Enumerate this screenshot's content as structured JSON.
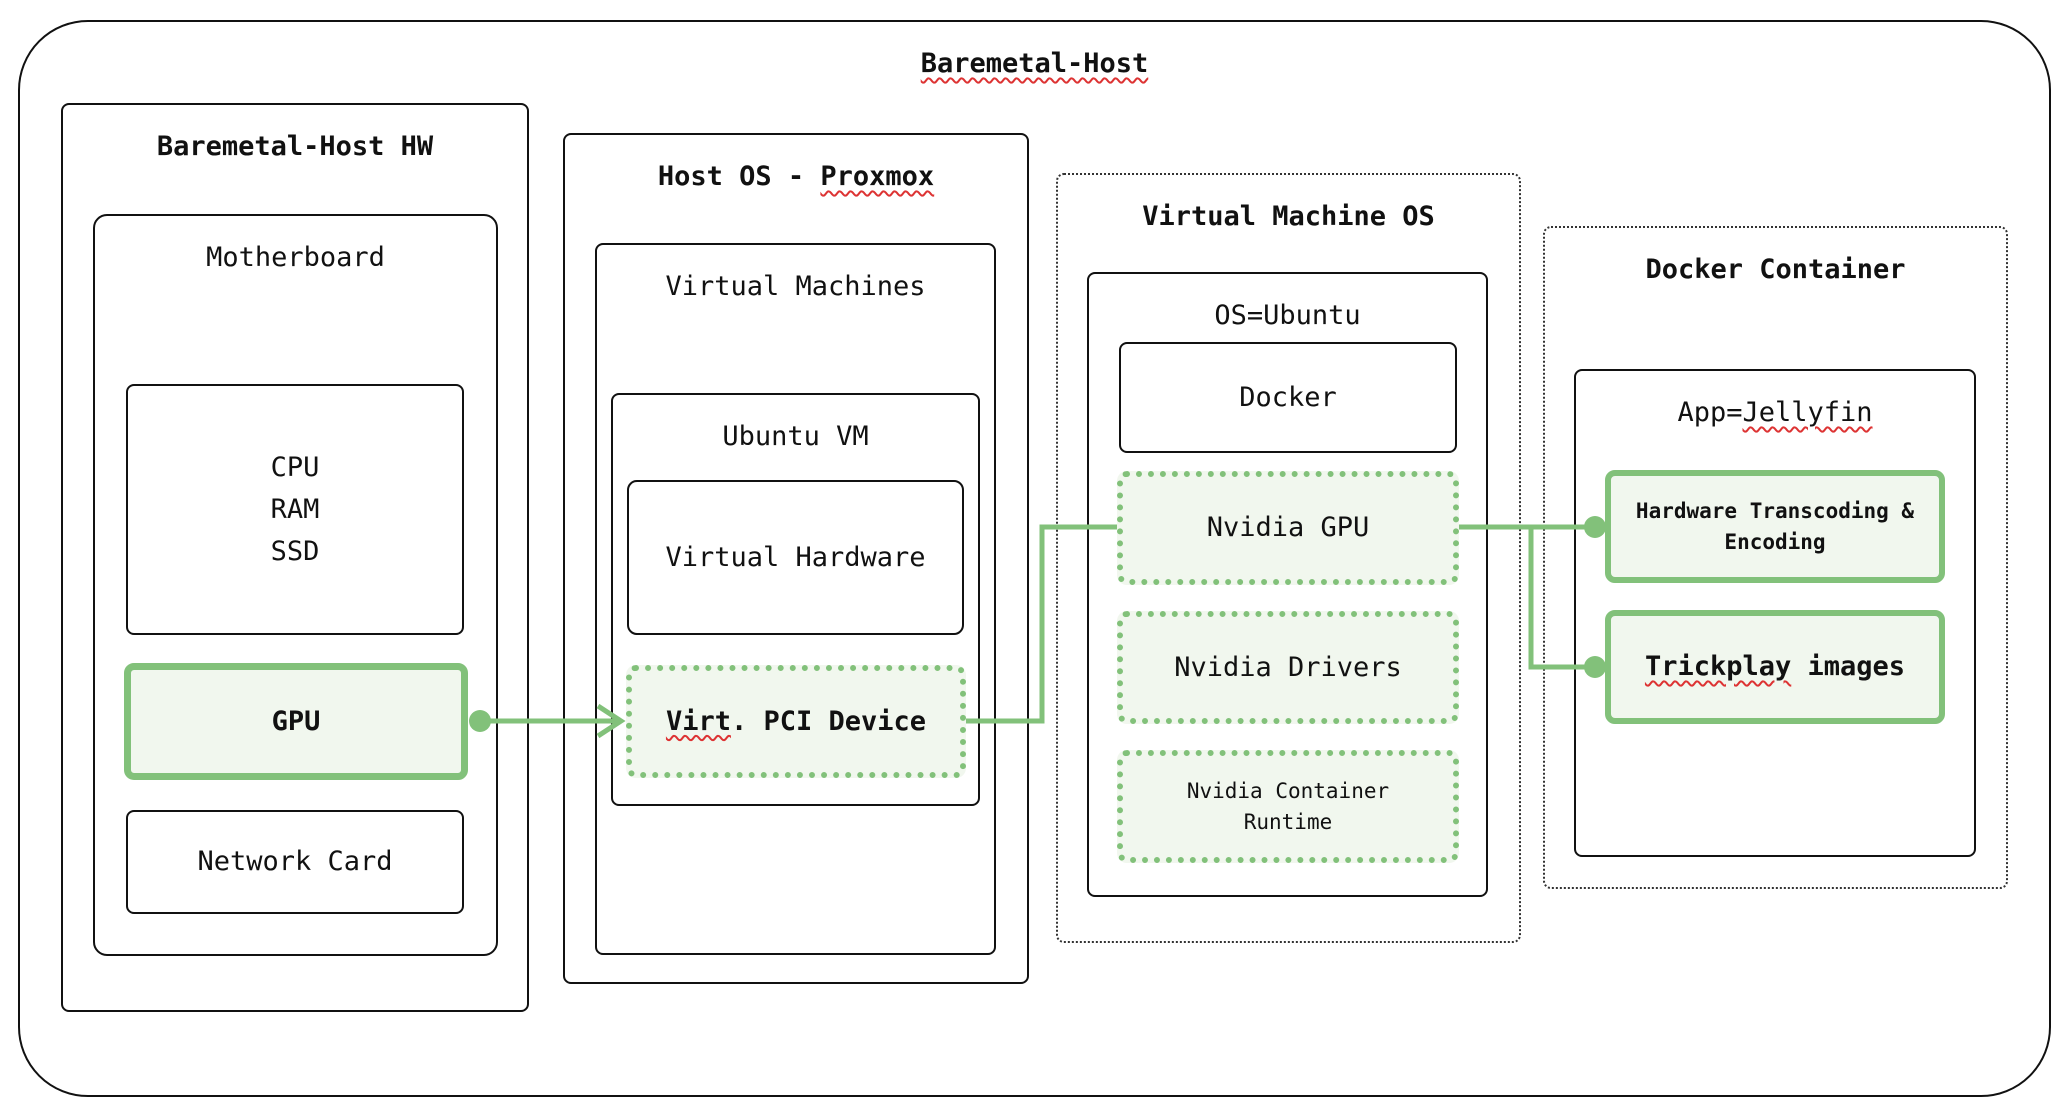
{
  "outer": {
    "title_spell": "Baremetal-Host"
  },
  "hw": {
    "title": "Baremetal-Host HW",
    "motherboard": "Motherboard",
    "components": "CPU\nRAM\nSSD",
    "gpu": "GPU",
    "network": "Network Card"
  },
  "hostos": {
    "title_prefix": "Host OS - ",
    "title_spell": "Proxmox",
    "vms": "Virtual Machines",
    "ubuntu_vm": "Ubuntu VM",
    "virtual_hardware": "Virtual Hardware",
    "pci_spell": "Virt",
    "pci_rest": ". PCI Device"
  },
  "vmos": {
    "title": "Virtual Machine OS",
    "os": "OS=Ubuntu",
    "docker": "Docker",
    "nvidia_gpu": "Nvidia GPU",
    "nvidia_drivers": "Nvidia Drivers",
    "nvidia_runtime": "Nvidia Container\nRuntime"
  },
  "docker": {
    "title": "Docker Container",
    "app_prefix": "App=",
    "app_spell": "Jellyfin",
    "transcoding": "Hardware Transcoding &\nEncoding",
    "trickplay_spell": "Trickplay",
    "trickplay_rest": " images"
  },
  "colors": {
    "accent_green": "#82c17a",
    "fill_green": "#f1f7ee",
    "spellcheck": "#d33"
  }
}
